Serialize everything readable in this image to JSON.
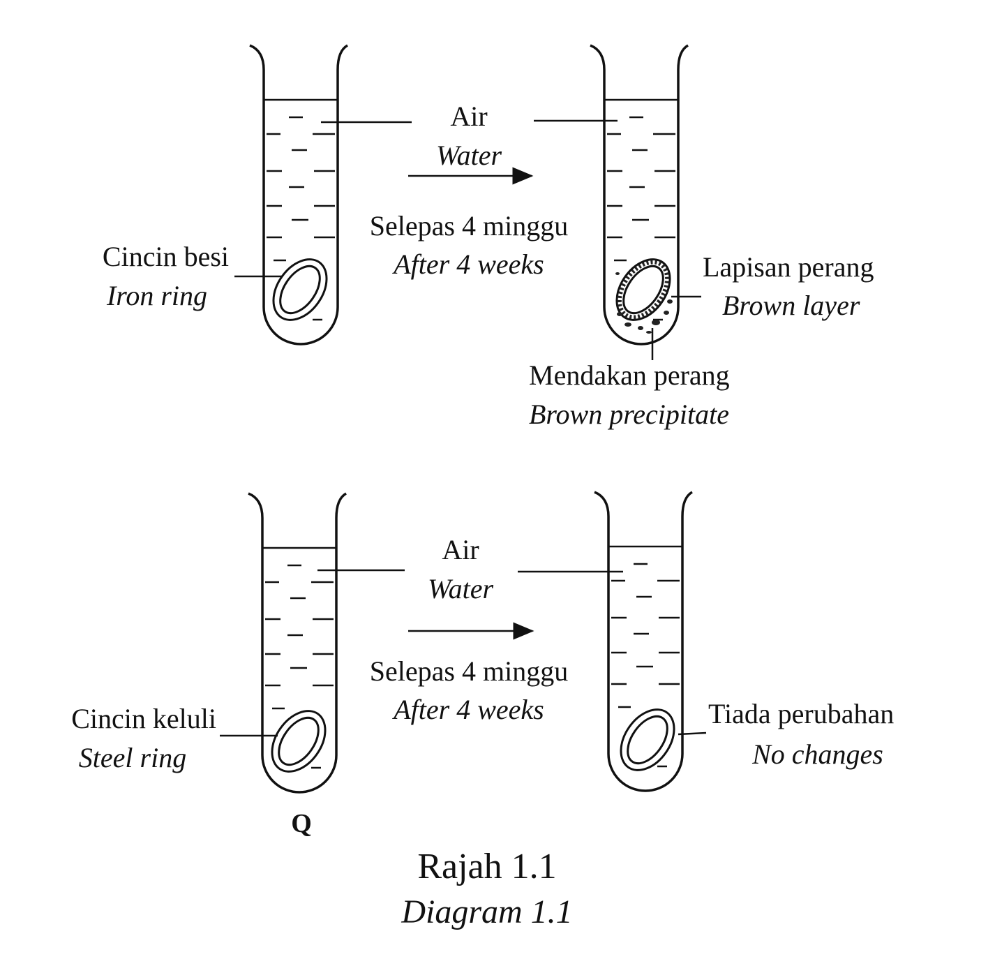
{
  "top": {
    "water_ms": "Air",
    "water_en": "Water",
    "time_ms": "Selepas 4 minggu",
    "time_en": "After 4 weeks",
    "left_label_ms": "Cincin besi",
    "left_label_en": "Iron ring",
    "layer_ms": "Lapisan perang",
    "layer_en": "Brown layer",
    "precip_ms": "Mendakan perang",
    "precip_en": "Brown precipitate"
  },
  "bottom": {
    "water_ms": "Air",
    "water_en": "Water",
    "time_ms": "Selepas 4 minggu",
    "time_en": "After 4 weeks",
    "left_label_ms": "Cincin keluli",
    "left_label_en": "Steel ring",
    "right_label_ms": "Tiada perubahan",
    "right_label_en": "No changes",
    "tube_label": "Q"
  },
  "caption": {
    "ms": "Rajah 1.1",
    "en": "Diagram 1.1"
  }
}
